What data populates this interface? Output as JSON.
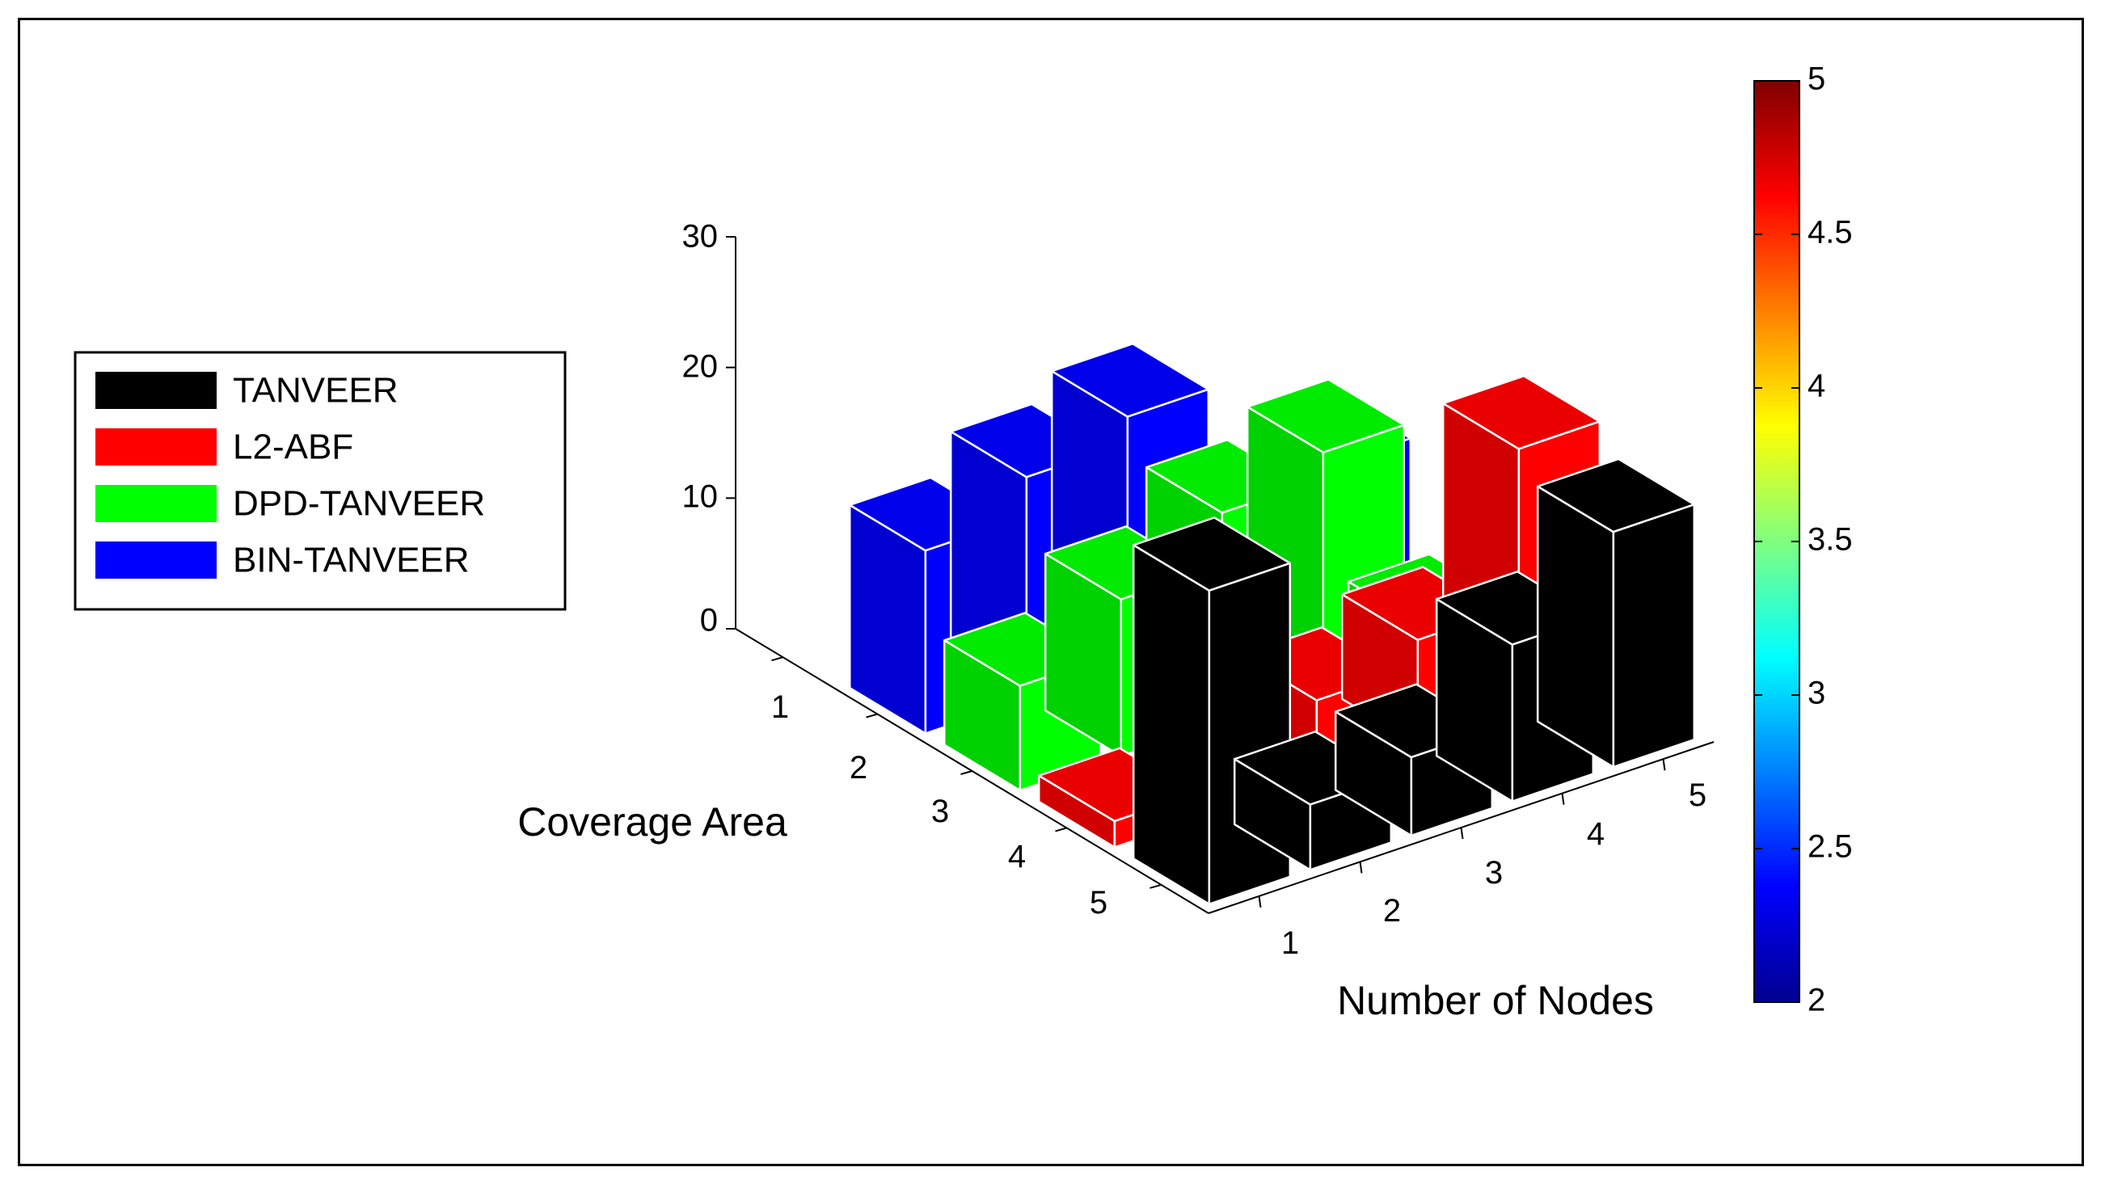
{
  "chart_data": {
    "type": "bar3d",
    "title": "",
    "xlabel": "Number of Nodes",
    "ylabel": "Coverage Area",
    "zlabel": "",
    "x": [
      "1",
      "2",
      "3",
      "4",
      "5"
    ],
    "y": [
      "1",
      "2",
      "3",
      "4",
      "5"
    ],
    "zlim": [
      0,
      30
    ],
    "zticks": [
      "0",
      "10",
      "20",
      "30"
    ],
    "legend_position": "left",
    "series": [
      {
        "name": "TANVEER",
        "color": "#000000",
        "values": [
          24,
          5,
          6,
          12,
          18
        ]
      },
      {
        "name": "L2-ABF",
        "color": "#ff0000",
        "values": [
          2,
          4,
          6,
          8,
          20
        ]
      },
      {
        "name": "DPD-TANVEER",
        "color": "#00ff00",
        "values": [
          8,
          12,
          16,
          18,
          2
        ]
      },
      {
        "name": "BIN-TANVEER",
        "color": "#0000ff",
        "values": [
          14,
          17,
          19,
          6,
          10
        ]
      }
    ],
    "colorbar": {
      "min": 2,
      "max": 5,
      "ticks": [
        "2",
        "2.5",
        "3",
        "3.5",
        "4",
        "4.5",
        "5"
      ],
      "colormap": "jet"
    }
  }
}
